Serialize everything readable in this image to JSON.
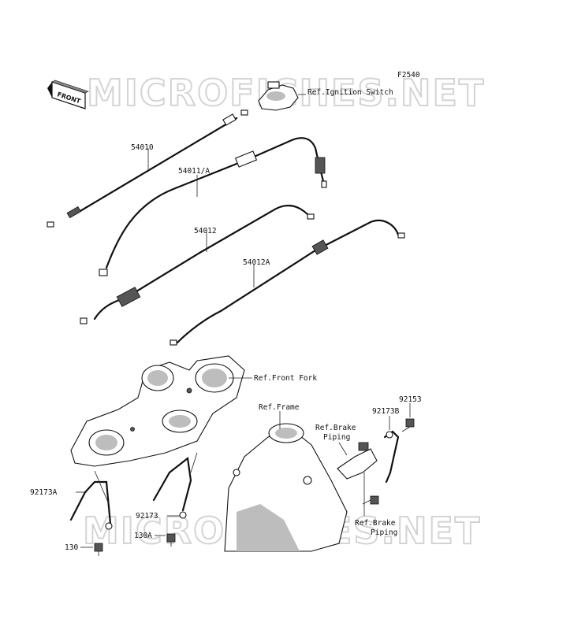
{
  "diagram_code": "F2540",
  "watermark": "MICROFICHES.NET",
  "front_badge": "FRONT",
  "labels": {
    "ignition_switch": "Ref.Ignition Switch",
    "p54010": "54010",
    "p54011a": "54011/A",
    "p54012": "54012",
    "p54012a": "54012A",
    "front_fork": "Ref.Front Fork",
    "frame": "Ref.Frame",
    "brake_piping_1_line1": "Ref.Brake",
    "brake_piping_1_line2": "Piping",
    "p92153": "92153",
    "p92173b": "92173B",
    "p92173a": "92173A",
    "p92173": "92173",
    "p130a": "130A",
    "p130": "130",
    "brake_piping_2_line1": "Ref.Brake",
    "brake_piping_2_line2": "Piping"
  }
}
